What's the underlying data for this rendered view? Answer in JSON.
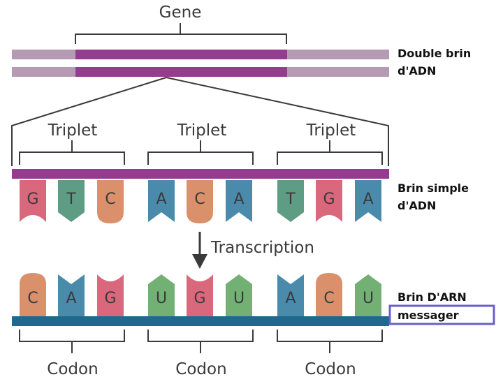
{
  "gene_label": "Gene",
  "triplet_labels": [
    "Triplet",
    "Triplet",
    "Triplet"
  ],
  "transcription_label": "Transcription",
  "codon_labels": [
    "Codon",
    "Codon",
    "Codon"
  ],
  "side_labels": {
    "double_strand_line1": "Double brin",
    "double_strand_line2": "d'ADN",
    "single_strand_line1": "Brin simple",
    "single_strand_line2": "d'ADN",
    "mrna_line1": "Brin D'ARN",
    "mrna_line2": "messager"
  },
  "dna_bases": [
    "G",
    "T",
    "C",
    "A",
    "C",
    "A",
    "T",
    "G",
    "A"
  ],
  "rna_bases": [
    "C",
    "A",
    "G",
    "U",
    "G",
    "U",
    "A",
    "C",
    "U"
  ],
  "colors": {
    "G": "#d9687d",
    "T": "#5e9c84",
    "C": "#d9906b",
    "A": "#4a8aab",
    "U": "#72b073",
    "dna_strand": "#943c8f",
    "dna_strand_light": "#b69ab4",
    "rna_strand": "#1f6a8c",
    "highlight_box": "#6a5fc8"
  }
}
